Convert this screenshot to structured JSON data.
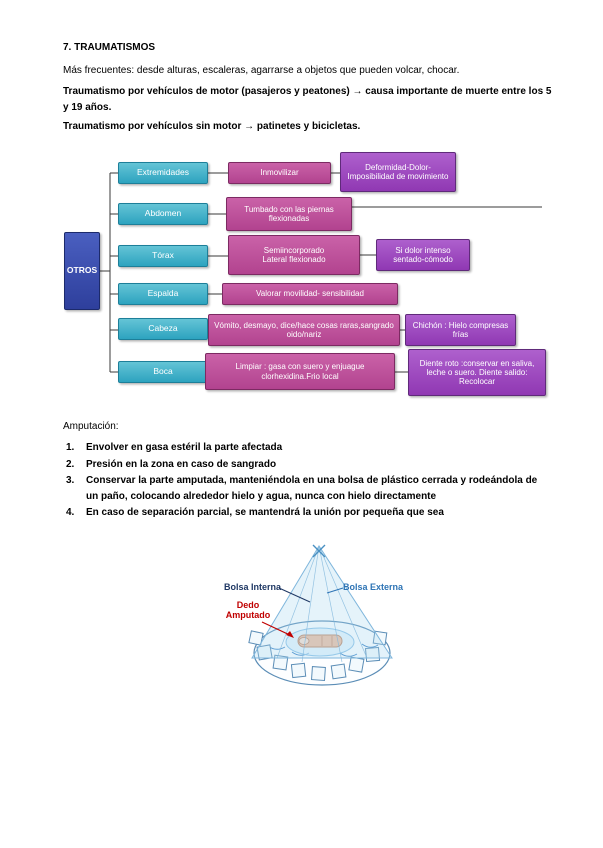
{
  "page": {
    "title": "7. TRAUMATISMOS",
    "para1": "Más frecuentes: desde alturas, escaleras, agarrarse a objetos que pueden volcar, chocar.",
    "para2": "Traumatismo por vehículos de motor (pasajeros y peatones) → causa importante de muerte entre los 5 y 19 años.",
    "para3": "Traumatismo por vehículos sin motor → patinetes y bicicletas."
  },
  "diagram": {
    "root": "OTROS",
    "colors": {
      "root_blue": "#2e3f9c",
      "body_part_cyan": "#2da3bf",
      "action_magenta": "#b2438f",
      "note_purple": "#9038b3"
    },
    "branches": [
      {
        "part": "Extremidades",
        "action": "Inmovilizar",
        "note": "Deformidad-Dolor-Imposibilidad de movimiento"
      },
      {
        "part": "Abdomen",
        "action": "Tumbado con las piernas flexionadas",
        "note": ""
      },
      {
        "part": "Tórax",
        "action": "Semiincorporado",
        "action2": "Lateral flexionado",
        "note": "Si dolor intenso sentado-cómodo"
      },
      {
        "part": "Espalda",
        "action": "Valorar movilidad- sensibilidad",
        "note": ""
      },
      {
        "part": "Cabeza",
        "action": "Vómito, desmayo, dice/hace cosas raras,sangrado oido/nariz",
        "note": "Chichón : Hielo compresas frías"
      },
      {
        "part": "Boca",
        "action": "Limpiar : gasa con suero y enjuague clorhexidina.Frio local",
        "note": "Diente roto :conservar en saliva, leche o suero. Diente salido: Recolocar"
      }
    ]
  },
  "amputacion": {
    "heading": "Amputación:",
    "items": [
      {
        "num": "1.",
        "text": "Envolver en gasa estéril la parte afectada"
      },
      {
        "num": "2.",
        "text": "Presión en la zona en caso de sangrado"
      },
      {
        "num": "3.",
        "text": "Conservar la parte amputada, manteniéndola en una bolsa de plástico cerrada y rodeándola de un paño, colocando alrededor hielo y agua, nunca con hielo directamente"
      },
      {
        "num": "4.",
        "text": "En caso de separación parcial, se mantendrá la unión por pequeña que sea"
      }
    ]
  },
  "figure": {
    "label_bolsa_interna": "Bolsa Interna",
    "label_bolsa_externa": "Bolsa Externa",
    "label_dedo_amputado": "Dedo Amputado"
  }
}
